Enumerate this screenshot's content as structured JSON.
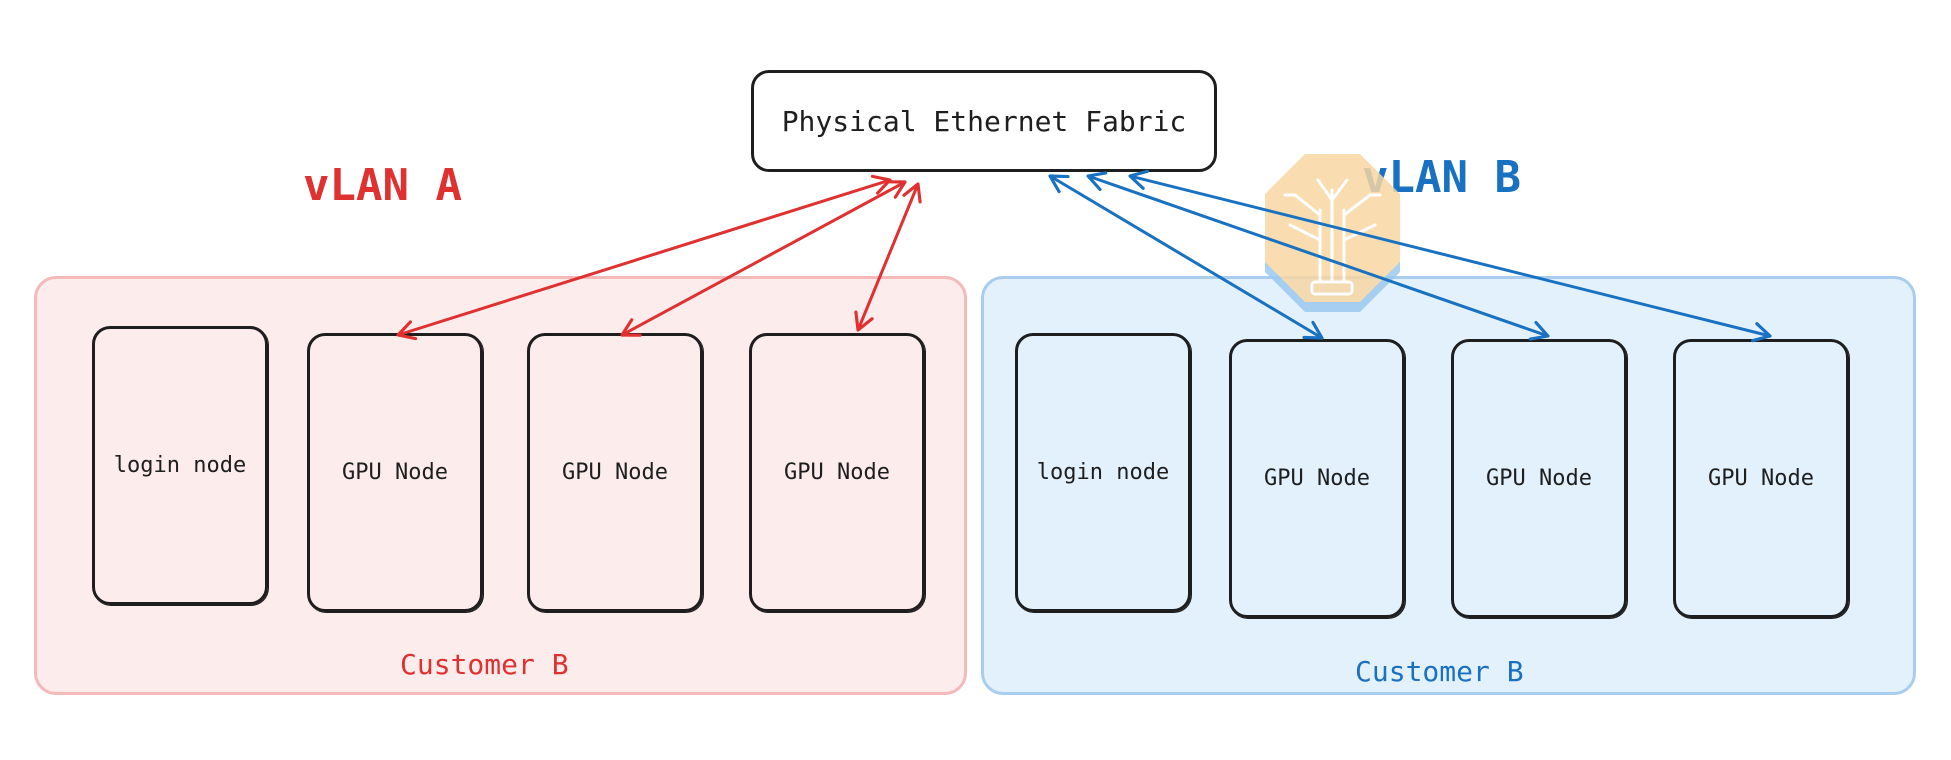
{
  "fabric": {
    "label": "Physical Ethernet Fabric"
  },
  "vlan_a": {
    "label": "vLAN A",
    "color": "#e03131"
  },
  "vlan_b": {
    "label": "vLAN B",
    "color": "#1971c2"
  },
  "group_a": {
    "customer": "Customer B",
    "nodes": [
      "login node",
      "GPU Node",
      "GPU Node",
      "GPU Node"
    ]
  },
  "group_b": {
    "customer": "Customer B",
    "nodes": [
      "login node",
      "GPU Node",
      "GPU Node",
      "GPU Node"
    ]
  },
  "colors": {
    "group_a_fill": "#fdecec",
    "group_b_fill": "#e3f1fc",
    "stroke": "#1e1e1e"
  },
  "watermark": {
    "icon": "tree-circuit-logo"
  }
}
